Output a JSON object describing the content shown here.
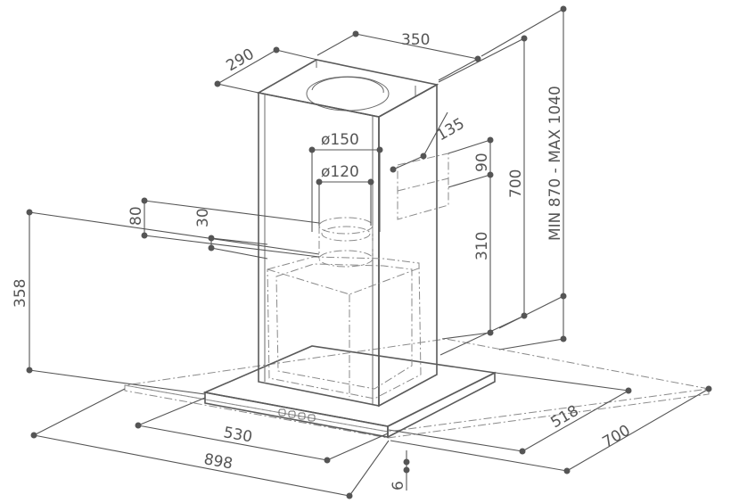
{
  "dimensions": {
    "chimney_depth": "290",
    "chimney_width": "350",
    "duct_outer": "ø150",
    "duct_inner": "ø120",
    "vent_width": "135",
    "vent_height": "90",
    "vent_offset": "310",
    "chimney_height": "700",
    "total_height_range": "MIN 870 - MAX 1040",
    "collar_height": "80",
    "collar_lip": "30",
    "body_height": "358",
    "glass_front": "530",
    "glass_width": "898",
    "glass_depth": "518",
    "canopy_depth": "700",
    "glass_thickness": "6"
  }
}
